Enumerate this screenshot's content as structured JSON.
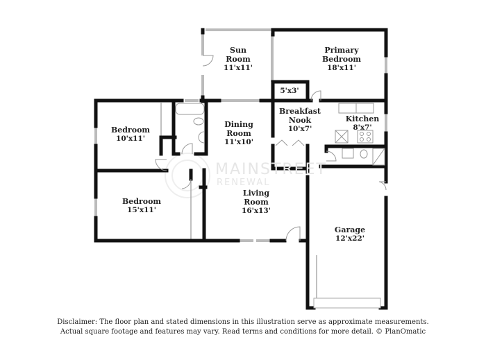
{
  "watermark": {
    "line1": "MAINSTREET",
    "line2": "RENEWAL"
  },
  "rooms": {
    "sun_room": {
      "name1": "Sun",
      "name2": "Room",
      "dims": "11'x11'"
    },
    "primary_bedroom": {
      "name1": "Primary",
      "name2": "Bedroom",
      "dims": "18'x11'"
    },
    "closet": {
      "dims": "5'x3'"
    },
    "breakfast_nook": {
      "name1": "Breakfast",
      "name2": "Nook",
      "dims": "10'x7'"
    },
    "kitchen": {
      "name1": "Kitchen",
      "dims": "8'x7'"
    },
    "dining_room": {
      "name1": "Dining",
      "name2": "Room",
      "dims": "11'x10'"
    },
    "bedroom_1": {
      "name1": "Bedroom",
      "dims": "10'x11'"
    },
    "bedroom_2": {
      "name1": "Bedroom",
      "dims": "15'x11'"
    },
    "living_room": {
      "name1": "Living",
      "name2": "Room",
      "dims": "16'x13'"
    },
    "garage": {
      "name1": "Garage",
      "dims": "12'x22'"
    }
  },
  "disclaimer": {
    "line1": "Disclaimer: The floor plan and stated dimensions in this illustration serve as approximate measurements.",
    "line2": "Actual square footage and features may vary. Read terms and conditions for more detail. © PlanOmatic"
  },
  "colors": {
    "wall": "#111111",
    "window": "#bbbbbb",
    "fixture": "#999999"
  }
}
